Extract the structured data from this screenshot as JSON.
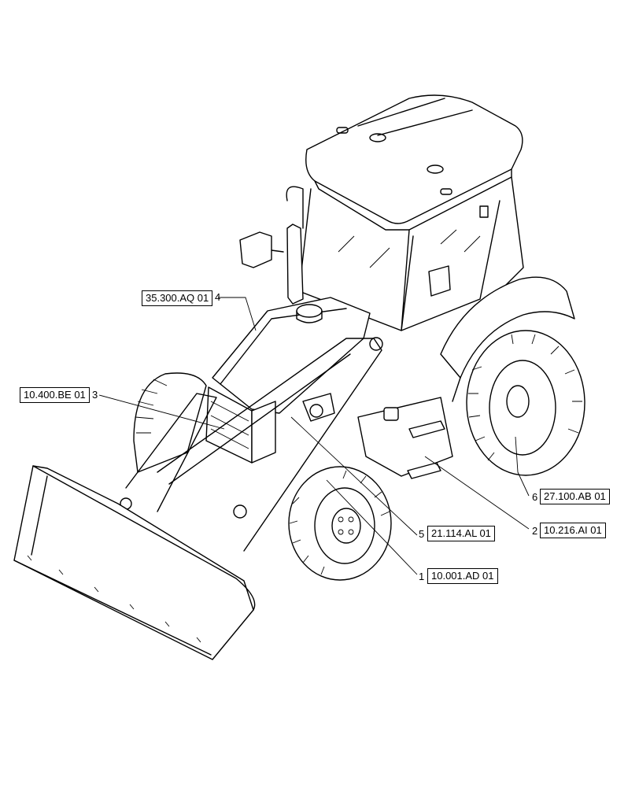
{
  "callouts": [
    {
      "num": "1",
      "ref": "10.001.AD 01"
    },
    {
      "num": "2",
      "ref": "10.216.AI 01"
    },
    {
      "num": "3",
      "ref": "10.400.BE 01"
    },
    {
      "num": "4",
      "ref": "35.300.AQ 01"
    },
    {
      "num": "5",
      "ref": "21.114.AL 01"
    },
    {
      "num": "6",
      "ref": "27.100.AB 01"
    }
  ]
}
